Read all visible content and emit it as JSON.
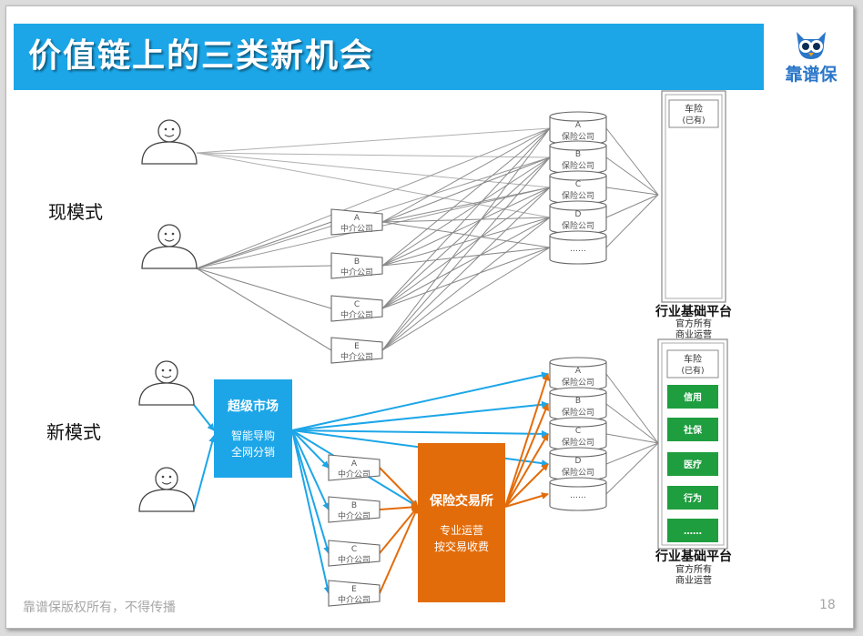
{
  "title": "价值链上的三类新机会",
  "logo": {
    "text": "靠谱保",
    "icon": "owl-icon",
    "color": "#2a76c8"
  },
  "colors": {
    "title_bar": "#1ca6e8",
    "blue_box": "#1ca6e8",
    "orange_box": "#e36c0a",
    "green_box": "#1f9e3f",
    "blue_arrow": "#1ca6e8",
    "orange_arrow": "#e36c0a",
    "gray_line": "#8a8a8a"
  },
  "current_mode": {
    "label": "现模式",
    "users": [
      "user-icon",
      "user-icon"
    ],
    "insurers": [
      {
        "letter": "A",
        "name": "保险公司"
      },
      {
        "letter": "B",
        "name": "保险公司"
      },
      {
        "letter": "C",
        "name": "保险公司"
      },
      {
        "letter": "D",
        "name": "保险公司"
      },
      {
        "letter": "",
        "name": "……"
      }
    ],
    "agencies": [
      {
        "letter": "A",
        "name": "中介公司"
      },
      {
        "letter": "B",
        "name": "中介公司"
      },
      {
        "letter": "C",
        "name": "中介公司"
      },
      {
        "letter": "E",
        "name": "中介公司"
      }
    ],
    "platform": {
      "item": "车险",
      "item_note": "(已有)",
      "title": "行业基础平台",
      "sub1": "官方所有",
      "sub2": "商业运营"
    }
  },
  "new_mode": {
    "label": "新模式",
    "users": [
      "user-icon",
      "user-icon"
    ],
    "super_market": {
      "title": "超级市场",
      "line1": "智能导购",
      "line2": "全网分销"
    },
    "exchange": {
      "title": "保险交易所",
      "line1": "专业运营",
      "line2": "按交易收费"
    },
    "insurers": [
      {
        "letter": "A",
        "name": "保险公司"
      },
      {
        "letter": "B",
        "name": "保险公司"
      },
      {
        "letter": "C",
        "name": "保险公司"
      },
      {
        "letter": "D",
        "name": "保险公司"
      },
      {
        "letter": "",
        "name": "……"
      }
    ],
    "agencies": [
      {
        "letter": "A",
        "name": "中介公司"
      },
      {
        "letter": "B",
        "name": "中介公司"
      },
      {
        "letter": "C",
        "name": "中介公司"
      },
      {
        "letter": "E",
        "name": "中介公司"
      }
    ],
    "platform": {
      "item": "车险",
      "item_note": "(已有)",
      "modules": [
        "信用",
        "社保",
        "医疗",
        "行为",
        "……"
      ],
      "title": "行业基础平台",
      "sub1": "官方所有",
      "sub2": "商业运营"
    }
  },
  "footer": {
    "copyright": "靠谱保版权所有，不得传播",
    "page": "18"
  }
}
